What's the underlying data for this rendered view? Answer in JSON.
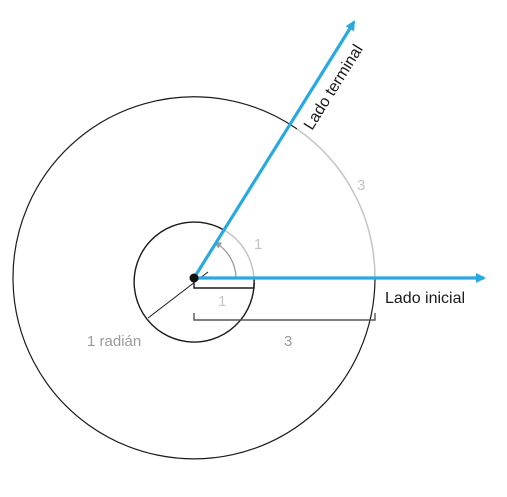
{
  "labels": {
    "terminal_side": "Lado terminal",
    "initial_side": "Lado inicial",
    "one_radian": "1 radián",
    "arc_small": "1",
    "radius_small": "1",
    "arc_large": "3",
    "radius_large": "3"
  },
  "colors": {
    "ray": "#29a9e1",
    "circle": "#1a1a1a",
    "grey": "#9a9a9a",
    "light_grey": "#c4c4c4",
    "text": "#1a1a1a"
  }
}
